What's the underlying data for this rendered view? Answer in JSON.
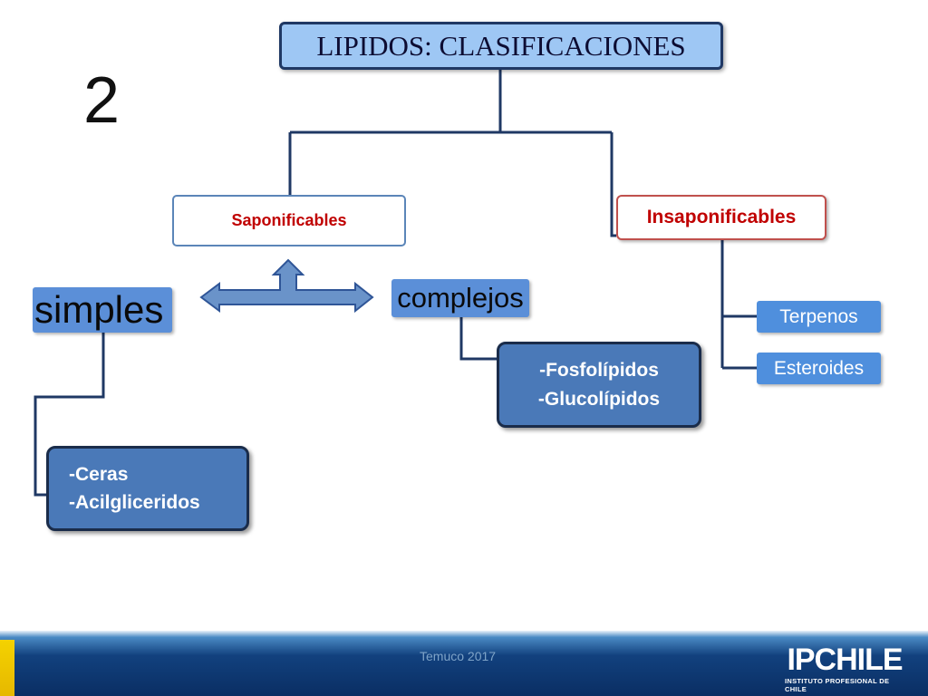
{
  "slide_number": "2",
  "title": "LIPIDOS: CLASIFICACIONES",
  "categories": {
    "saponificables": "Saponificables",
    "insaponificables": "Insaponificables"
  },
  "subtypes": {
    "simples": "simples",
    "complejos": "complejos"
  },
  "items": {
    "complejos_items": [
      "-Fosfolípidos",
      "-Glucolípidos"
    ],
    "simples_items": [
      "-Ceras",
      "-Acilgliceridos"
    ],
    "insaponificables_items": [
      "Terpenos",
      "Esteroides"
    ]
  },
  "footer": {
    "text": "Temuco 2017",
    "logo_main": "IPCHILE",
    "logo_sub": "INSTITUTO PROFESIONAL DE CHILE"
  },
  "colors": {
    "title_fill": "#9ec7f4",
    "line": "#1f3864",
    "label_red": "#c00000",
    "box_blue": "#5b8fd8",
    "arrow_fill": "#6a93c9"
  }
}
